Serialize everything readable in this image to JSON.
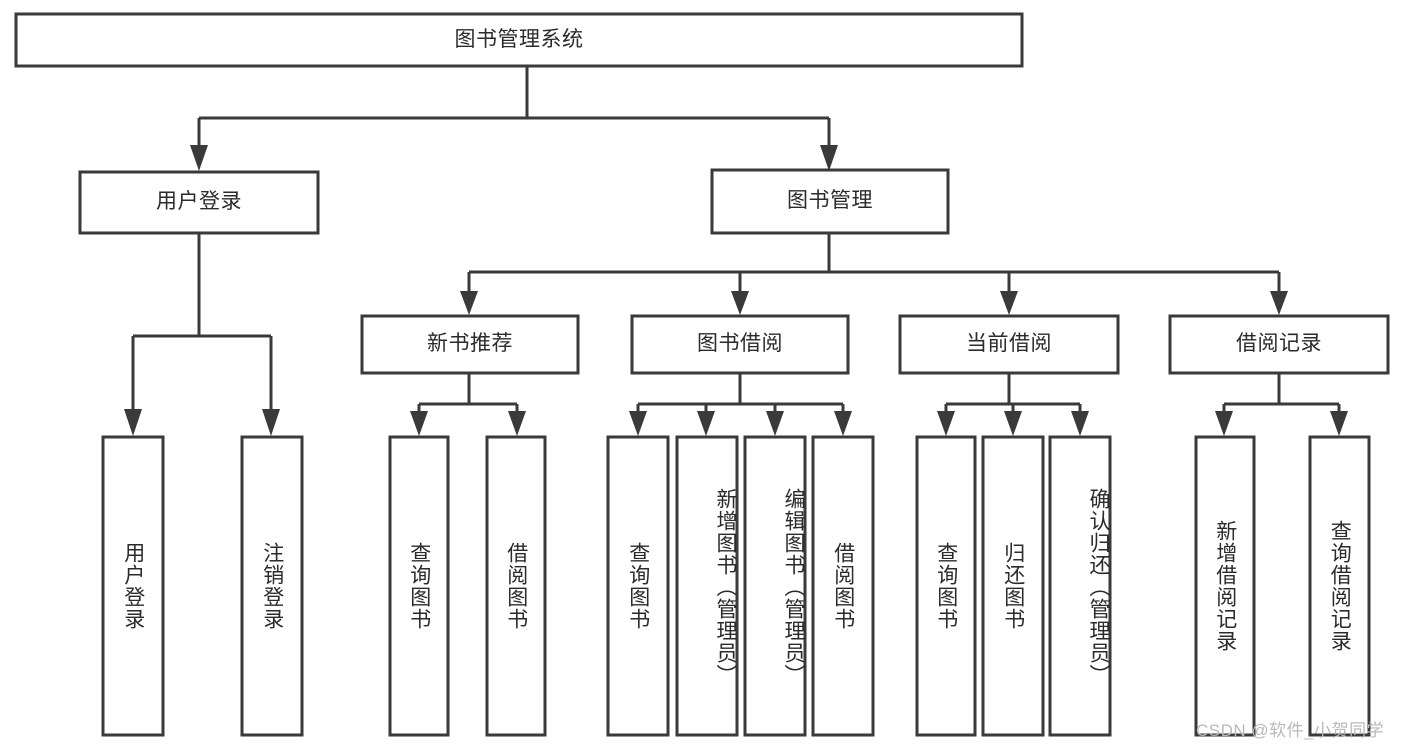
{
  "diagram": {
    "type": "tree",
    "title": "图书管理系统",
    "root": {
      "id": "root",
      "label": "图书管理系统",
      "orientation": "horizontal"
    },
    "level1": [
      {
        "id": "user-login",
        "label": "用户登录",
        "orientation": "horizontal"
      },
      {
        "id": "book-manage",
        "label": "图书管理",
        "orientation": "horizontal"
      }
    ],
    "level2": [
      {
        "id": "new-book-recommend",
        "label": "新书推荐",
        "orientation": "horizontal",
        "parent": "book-manage"
      },
      {
        "id": "book-borrow",
        "label": "图书借阅",
        "orientation": "horizontal",
        "parent": "book-manage"
      },
      {
        "id": "current-borrow",
        "label": "当前借阅",
        "orientation": "horizontal",
        "parent": "book-manage"
      },
      {
        "id": "borrow-record",
        "label": "借阅记录",
        "orientation": "horizontal",
        "parent": "book-manage"
      }
    ],
    "leaves": [
      {
        "id": "leaf-user-login",
        "label": "用户登录",
        "orientation": "vertical",
        "parent": "user-login"
      },
      {
        "id": "leaf-logout",
        "label": "注销登录",
        "orientation": "vertical",
        "parent": "user-login"
      },
      {
        "id": "leaf-query-book-1",
        "label": "查询图书",
        "orientation": "vertical",
        "parent": "new-book-recommend"
      },
      {
        "id": "leaf-borrow-book-1",
        "label": "借阅图书",
        "orientation": "vertical",
        "parent": "new-book-recommend"
      },
      {
        "id": "leaf-query-book-2",
        "label": "查询图书",
        "orientation": "vertical",
        "parent": "book-borrow"
      },
      {
        "id": "leaf-add-book",
        "label": "新增图书（管理员）",
        "orientation": "vertical",
        "parent": "book-borrow"
      },
      {
        "id": "leaf-edit-book",
        "label": "编辑图书（管理员）",
        "orientation": "vertical",
        "parent": "book-borrow"
      },
      {
        "id": "leaf-borrow-book-2",
        "label": "借阅图书",
        "orientation": "vertical",
        "parent": "book-borrow"
      },
      {
        "id": "leaf-query-book-3",
        "label": "查询图书",
        "orientation": "vertical",
        "parent": "current-borrow"
      },
      {
        "id": "leaf-return-book",
        "label": "归还图书",
        "orientation": "vertical",
        "parent": "current-borrow"
      },
      {
        "id": "leaf-confirm-return",
        "label": "确认归还（管理员）",
        "orientation": "vertical",
        "parent": "current-borrow"
      },
      {
        "id": "leaf-add-record",
        "label": "新增借阅记录",
        "orientation": "vertical",
        "parent": "borrow-record"
      },
      {
        "id": "leaf-query-record",
        "label": "查询借阅记录",
        "orientation": "vertical",
        "parent": "borrow-record"
      }
    ],
    "watermark": "CSDN @软件_小贺同学",
    "colors": {
      "box_stroke": "#3a3a3a",
      "box_fill": "#ffffff",
      "text": "#2b2b2b",
      "background": "#ffffff",
      "watermark": "#b9b9b9"
    }
  }
}
